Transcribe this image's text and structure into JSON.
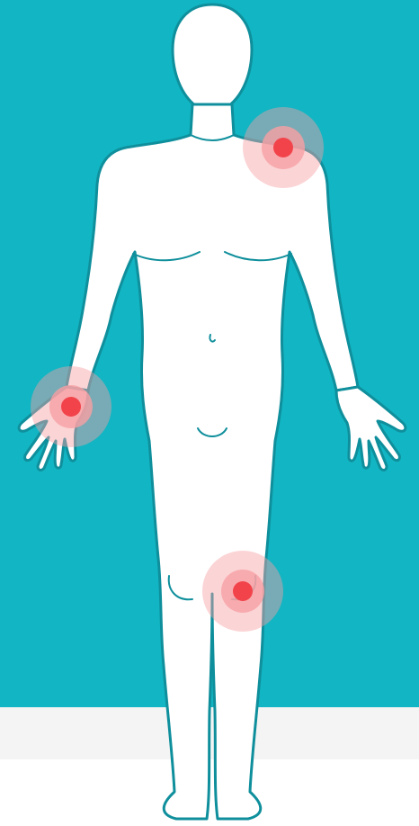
{
  "colors": {
    "backdrop": "#12b5c3",
    "floor_band": "#f4f4f4",
    "page": "#ffffff",
    "body_fill": "#ffffff",
    "body_outline": "#0f8f9c",
    "pain_core": "#f2434b",
    "pain_glow": "#f7a0a4"
  },
  "figure": {
    "icon": "human-body-front-view"
  },
  "pain_points": [
    {
      "id": "right-shoulder",
      "icon": "pain-marker-icon"
    },
    {
      "id": "left-wrist",
      "icon": "pain-marker-icon"
    },
    {
      "id": "left-knee",
      "icon": "pain-marker-icon"
    }
  ]
}
